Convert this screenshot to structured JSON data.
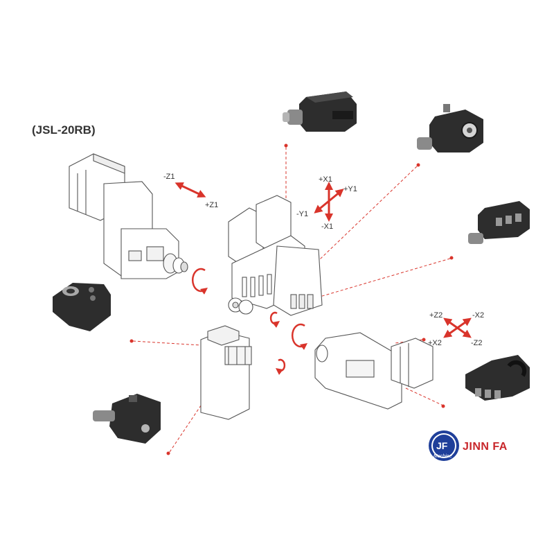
{
  "model": "(JSL-20RB)",
  "axes": {
    "minus_z1": "-Z1",
    "plus_z1": "+Z1",
    "plus_x1": "+X1",
    "plus_y1": "+Y1",
    "minus_y1": "-Y1",
    "minus_x1": "-X1",
    "plus_z2": "+Z2",
    "minus_x2": "-X2",
    "plus_x2": "+X2",
    "minus_z2": "-Z2"
  },
  "logo": {
    "monogram": "JF",
    "brand": "JINN FA",
    "sub": "Machine"
  },
  "colors": {
    "accent": "#d9342b",
    "outline": "#555555",
    "tool_dark": "#2d2d2d",
    "logo_blue": "#1f3f9a"
  }
}
